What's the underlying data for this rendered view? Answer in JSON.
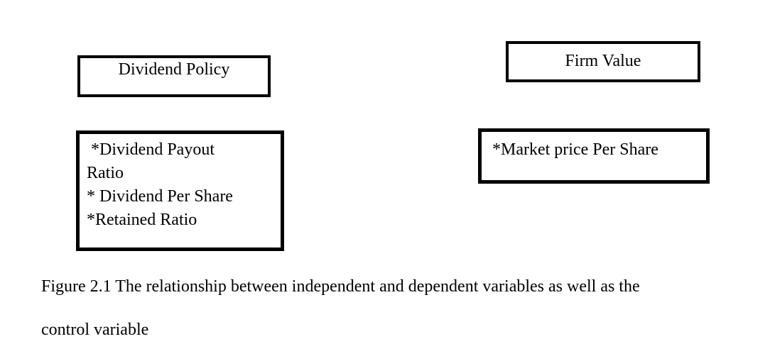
{
  "figure": {
    "boxes": {
      "independent_title": {
        "label": "Dividend Policy"
      },
      "dependent_title": {
        "label": "Firm Value"
      },
      "independent_items": {
        "lines": [
          " *Dividend Payout",
          "Ratio",
          "* Dividend Per Share",
          "*Retained Ratio"
        ]
      },
      "dependent_items": {
        "lines": [
          "*Market price Per Share"
        ]
      }
    },
    "caption": {
      "line1": "Figure 2.1 The relationship between independent and dependent variables as well as the",
      "line2": "control variable"
    },
    "colors": {
      "border": "#000000",
      "background": "#ffffff",
      "text": "#000000"
    }
  }
}
